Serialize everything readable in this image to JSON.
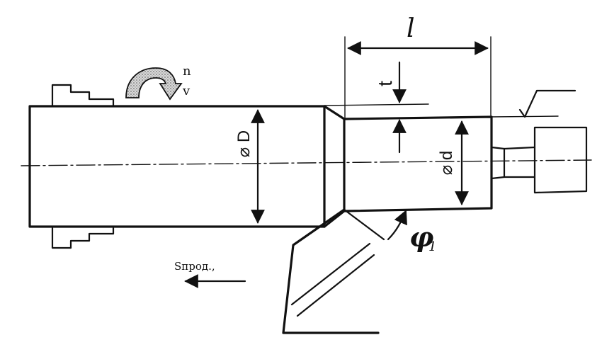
{
  "labels": {
    "length": "l",
    "depth": "t",
    "rotation_n": "n",
    "speed_v": "v",
    "diameter_D": "⌀ D",
    "diameter_d": "⌀ d",
    "angle": "φ",
    "angle_subscript": "1",
    "feed": "Sпрод.,"
  },
  "colors": {
    "ink": "#111111",
    "arrow_fill": "#c8c8c8"
  },
  "icons": {
    "rotation": "curved-rotation-arrow-icon",
    "feed": "arrow-left-icon"
  }
}
